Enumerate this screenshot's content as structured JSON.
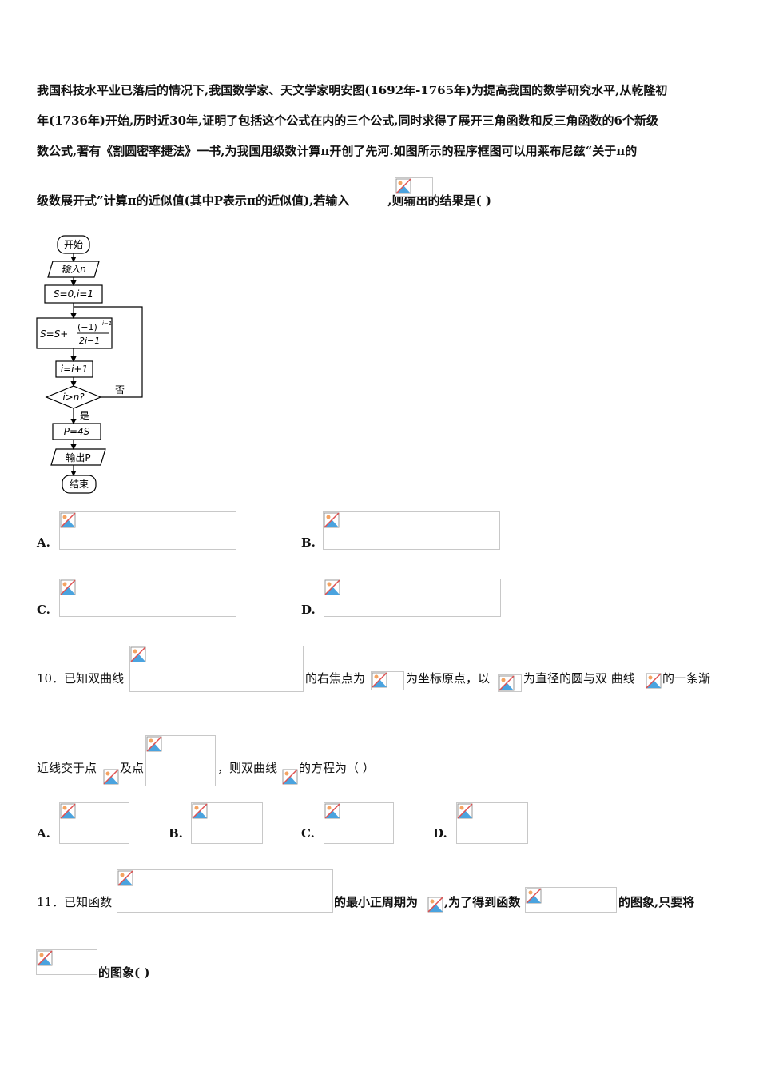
{
  "intro": {
    "line1": "我国科技水平业已落后的情况下,我国数学家、天文学家明安图(1692年-1765年)为提高我国的数学研究水平,从乾隆初",
    "line2": "年(1736年)开始,历时近30年,证明了包括这个公式在内的三个公式,同时求得了展开三角函数和反三角函数的6个新级",
    "line3": "数公式,著有《割圆密率捷法》一书,为我国用级数计算π开创了先河.如图所示的程序框图可以用莱布尼兹“关于π的",
    "line4a": "级数展开式”计算π的近似值(其中P表示π的近似值),若输入",
    "line4b": ",则输出的结果是(    )"
  },
  "flowchart": {
    "start": "开始",
    "input": "输入n",
    "init": "S=0,i=1",
    "update_left": "S=S+",
    "numerator": "(−1)",
    "exponent": "i−1",
    "denominator": "2i−1",
    "increment": "i=i+1",
    "condition": "i>n?",
    "no": "否",
    "yes": "是",
    "assign": "P=4S",
    "output": "输出P",
    "end": "结束"
  },
  "q9_options": [
    "A.",
    "B.",
    "C.",
    "D."
  ],
  "q10": {
    "part1": "10．已知双曲线",
    "part2": "的右焦点为",
    "part3": "为坐标原点，以",
    "part4": "为直径的圆与双 曲线",
    "part5": "的一条渐",
    "part6": "近线交于点",
    "part7": "及点",
    "part8": "，则双曲线",
    "part9": "的方程为（    ）",
    "options": [
      "A.",
      "B.",
      "C.",
      "D."
    ]
  },
  "q11": {
    "part1": "11．已知函数",
    "part2": "的最小正周期为",
    "part3": ",为了得到函数",
    "part4": "的图象,只要将",
    "part5": "的图象(        )"
  }
}
